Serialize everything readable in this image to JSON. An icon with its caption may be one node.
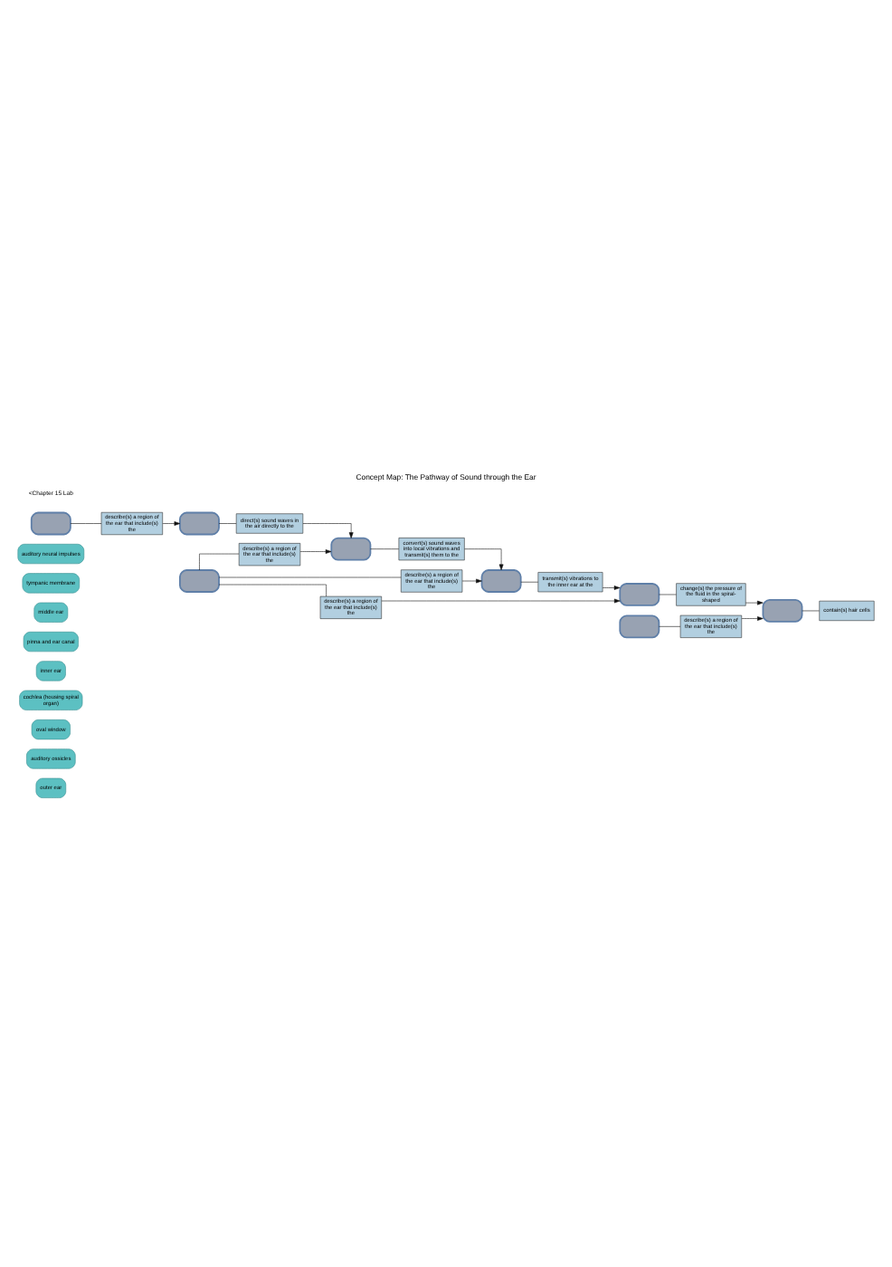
{
  "diagram": {
    "title": "Concept Map: The Pathway of Sound through the Ear",
    "nodes": [
      {
        "text": [
          "outer ear"
        ]
      },
      {
        "text": [
          "auditory ossicles"
        ]
      },
      {
        "text": [
          "oval window"
        ]
      },
      {
        "text": [
          "cochlea (housing spiral organ)"
        ]
      },
      {
        "text": [
          "inner ear"
        ]
      },
      {
        "text": [
          "pinna and ear canal"
        ]
      },
      {
        "text": [
          "middle ear"
        ]
      },
      {
        "text": [
          "tympanic membrane"
        ]
      },
      {
        "text": [
          "auditory neural impulses"
        ]
      },
      {
        "text": [],
        "shape": "box"
      },
      {
        "text": [
          "describe(s) a region of the ear that include(s) the"
        ]
      },
      {
        "text": [],
        "shape": "box"
      },
      {
        "text": [
          "direct(s) sound waves in the air directly to the"
        ]
      },
      {
        "text": [
          "describe(s) a region of the ear that include(s) the"
        ]
      },
      {
        "text": [],
        "shape": "box"
      },
      {
        "text": [
          "convert(s) sound waves into local vibrations and transmit(s) them to the"
        ]
      },
      {
        "text": [],
        "shape": "box"
      },
      {
        "text": [
          "describe(s) a region of the ear that include(s) the"
        ]
      },
      {
        "text": [],
        "shape": "box"
      },
      {
        "text": [
          "transmit(s) vibrations to the inner ear at the"
        ]
      },
      {
        "text": [
          "describe(s) a region of the ear that include(s) the"
        ]
      },
      {
        "text": [],
        "shape": "box"
      },
      {
        "text": [
          "change(s) the pressure of the fluid in the spiral-shaped"
        ]
      },
      {
        "text": [],
        "shape": "box"
      },
      {
        "text": [
          "describe(s) a region of the ear that include(s) the"
        ]
      },
      {
        "text": [],
        "shape": "box"
      },
      {
        "text": [
          "contain(s) hair cells"
        ]
      }
    ],
    "edges": [
      {
        "from": 9,
        "to": 10,
        "arrow": "none"
      },
      {
        "from": 10,
        "to": 11,
        "arrow": "to"
      },
      {
        "from": 11,
        "to": 12,
        "arrow": "none"
      },
      {
        "from": 12,
        "to": 14,
        "arrow": "to"
      },
      {
        "from": 16,
        "to": 13,
        "arrow": "none"
      },
      {
        "from": 16,
        "to": 17,
        "arrow": "none"
      },
      {
        "from": 16,
        "to": 20,
        "arrow": "none"
      },
      {
        "from": 13,
        "to": 14,
        "arrow": "to"
      },
      {
        "from": 14,
        "to": 15,
        "arrow": "none"
      },
      {
        "from": 15,
        "to": 18,
        "arrow": "to"
      },
      {
        "from": 17,
        "to": 18,
        "arrow": "to"
      },
      {
        "from": 18,
        "to": 19,
        "arrow": "none"
      },
      {
        "from": 19,
        "to": 21,
        "arrow": "to"
      },
      {
        "from": 20,
        "to": 21,
        "arrow": "to"
      },
      {
        "from": 21,
        "to": 22,
        "arrow": "none"
      },
      {
        "from": 22,
        "to": 25,
        "arrow": "to"
      },
      {
        "from": 23,
        "to": 24,
        "arrow": "none"
      },
      {
        "from": 24,
        "to": 25,
        "arrow": "to"
      },
      {
        "from": 25,
        "to": 26,
        "arrow": "none"
      }
    ],
    "labels": [
      "<Chapter 15 Lab"
    ]
  }
}
